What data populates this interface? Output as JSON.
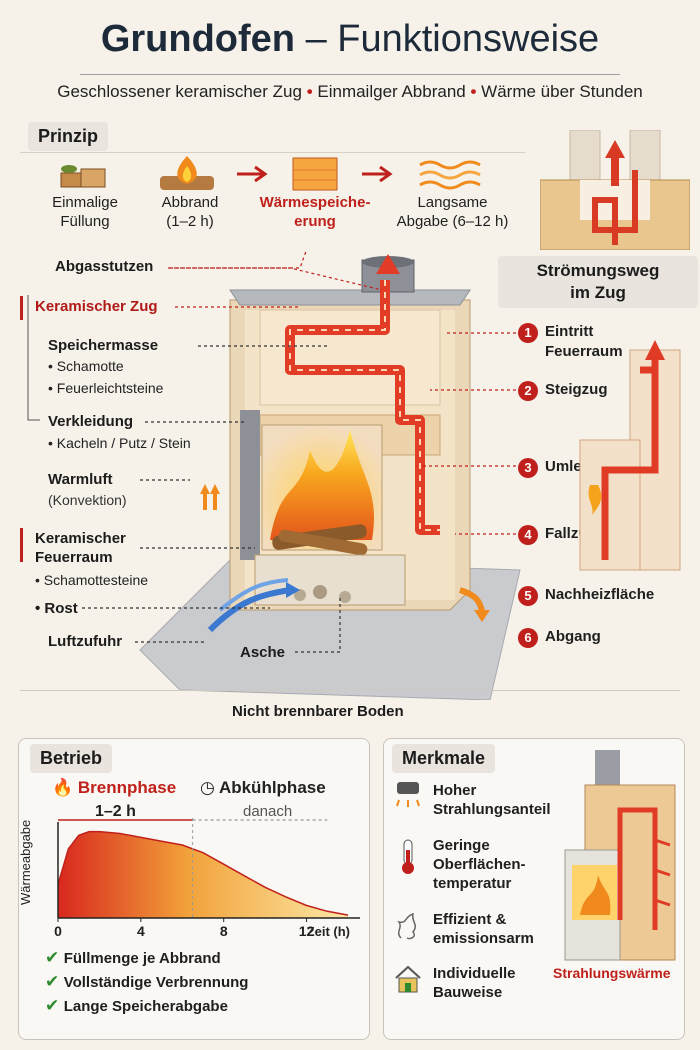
{
  "title_bold": "Grundofen",
  "title_rest": "– Funktionsweise",
  "subtitle": [
    "Geschlossener keramischer Zug",
    "Einmailger Abbrand",
    "Wärme über Stunden"
  ],
  "principle": {
    "heading": "Prinzip",
    "steps": [
      {
        "line1": "Einmalige",
        "line2": "Füllung",
        "icon": "wood-logs-icon"
      },
      {
        "line1": "Abbrand",
        "line2": "(1–2 h)",
        "icon": "fire-icon"
      },
      {
        "line1": "Wärmespeiche-",
        "line2": "erung",
        "icon": "heat-storage-icon"
      },
      {
        "line1": "Langsame",
        "line2": "Abgabe (6–12 h)",
        "icon": "heat-waves-icon"
      }
    ]
  },
  "flow_path": {
    "heading_line1": "Strömungsweg",
    "heading_line2": "im Zug",
    "items": [
      {
        "num": "1",
        "line1": "Eintritt",
        "line2": "Feuerraum"
      },
      {
        "num": "2",
        "line1": "Steigzug",
        "line2": ""
      },
      {
        "num": "3",
        "line1": "Umlenkung",
        "line2": ""
      },
      {
        "num": "4",
        "line1": "Fallzug",
        "line2": ""
      },
      {
        "num": "5",
        "line1": "Nachheizfläche",
        "line2": ""
      },
      {
        "num": "6",
        "line1": "Abgang",
        "line2": ""
      }
    ]
  },
  "labels": {
    "abgasstutzen": "Abgasstutzen",
    "keramischer_zug": "Keramischer Zug",
    "speichermasse": "Speichermasse",
    "schamotte": "Schamotte",
    "feuerleichtsteine": "Feuerleichtsteine",
    "verkleidung": "Verkleidung",
    "verkleidung_sub": "Kacheln / Putz / Stein",
    "warmluft": "Warmluft",
    "konvektion": "(Konvektion)",
    "feuerraum_line1": "Keramischer",
    "feuerraum_line2": "Feuerraum",
    "schamottesteine": "Schamottesteine",
    "rost": "Rost",
    "luftzufuhr": "Luftzufuhr",
    "asche": "Asche",
    "boden": "Nicht brennbarer Boden"
  },
  "operation": {
    "heading": "Betrieb",
    "phase1": "Brennphase",
    "phase1_duration": "1–2 h",
    "phase2": "Abkühlphase",
    "phase2_duration": "danach",
    "checks": [
      "Füllmenge je Abbrand",
      "Vollständige Verbrennung",
      "Lange Speicherabgabe"
    ]
  },
  "chart_data": {
    "type": "area",
    "ylabel": "Wärmeabgabe",
    "xlabel": "Zeit (h)",
    "x_ticks": [
      0,
      4,
      8,
      12
    ],
    "xlim": [
      0,
      14
    ],
    "ylim": [
      0,
      1
    ],
    "x": [
      0,
      0.5,
      1,
      1.5,
      2,
      3,
      4,
      5,
      6,
      7,
      8,
      9,
      10,
      11,
      12,
      13,
      14
    ],
    "y": [
      0.35,
      0.72,
      0.86,
      0.9,
      0.9,
      0.88,
      0.84,
      0.8,
      0.76,
      0.68,
      0.56,
      0.44,
      0.32,
      0.22,
      0.13,
      0.07,
      0.03
    ],
    "grid": false
  },
  "features": {
    "heading": "Merkmale",
    "items": [
      {
        "line1": "Hoher",
        "line2": "Strahlungsanteil",
        "line3": "",
        "icon": "radiator-icon"
      },
      {
        "line1": "Geringe",
        "line2": "Oberflächen-",
        "line3": "temperatur",
        "icon": "thermometer-icon"
      },
      {
        "line1": "Effizient &",
        "line2": "emissionsarm",
        "line3": "",
        "icon": "clean-smoke-icon"
      },
      {
        "line1": "Individuelle",
        "line2": "Bauweise",
        "line3": "",
        "icon": "house-icon"
      }
    ],
    "radiation_label": "Strahlungswärme"
  },
  "colors": {
    "accent": "#c0201b",
    "heading": "#1d2a3a",
    "fire": "#f08a1c"
  }
}
